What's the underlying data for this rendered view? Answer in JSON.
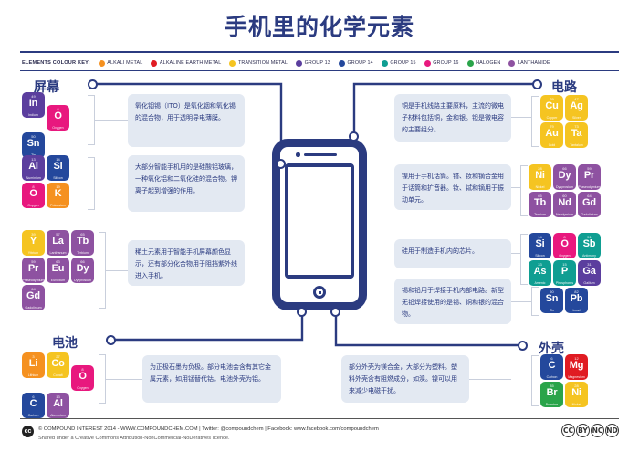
{
  "title": "手机里的化学元素",
  "colour_key": {
    "label": "ELEMENTS COLOUR KEY:",
    "items": [
      {
        "name": "ALKALI METAL",
        "color": "#f59120"
      },
      {
        "name": "ALKALINE EARTH METAL",
        "color": "#e01b22"
      },
      {
        "name": "TRANSITION METAL",
        "color": "#f5c421"
      },
      {
        "name": "GROUP 13",
        "color": "#5b3e9e"
      },
      {
        "name": "GROUP 14",
        "color": "#24489c"
      },
      {
        "name": "GROUP 15",
        "color": "#0f9e92"
      },
      {
        "name": "GROUP 16",
        "color": "#e8187e"
      },
      {
        "name": "HALOGEN",
        "color": "#2aa44a"
      },
      {
        "name": "LANTHANIDE",
        "color": "#8e52a1"
      }
    ]
  },
  "sections": {
    "screen": {
      "heading": "屏幕",
      "blocks": [
        {
          "text": "氧化铟锡（ITO）是氧化铟和氧化锡的混合物，用于透明导电薄膜。",
          "tiles": [
            [
              {
                "num": "49",
                "sym": "In",
                "name": "Indium",
                "color": "#5b3e9e"
              },
              {
                "num": "8",
                "sym": "O",
                "name": "Oxygen",
                "color": "#e8187e"
              }
            ],
            [
              {
                "num": "50",
                "sym": "Sn",
                "name": "Tin",
                "color": "#24489c"
              }
            ]
          ]
        },
        {
          "text": "大部分智能手机用的是硅酸铝玻璃，一种氧化铝和二氧化硅的混合物。钾离子起到增强的作用。",
          "tiles": [
            [
              {
                "num": "13",
                "sym": "Al",
                "name": "Aluminium",
                "color": "#5b3e9e"
              },
              {
                "num": "14",
                "sym": "Si",
                "name": "Silicon",
                "color": "#24489c"
              }
            ],
            [
              {
                "num": "8",
                "sym": "O",
                "name": "Oxygen",
                "color": "#e8187e"
              },
              {
                "num": "19",
                "sym": "K",
                "name": "Potassium",
                "color": "#f59120"
              }
            ]
          ]
        },
        {
          "text": "稀土元素用于智能手机屏幕颜色显示，还有部分化合物用于阻挡紫外线进入手机。",
          "tiles": [
            [
              {
                "num": "39",
                "sym": "Y",
                "name": "Yttrium",
                "color": "#f5c421"
              },
              {
                "num": "57",
                "sym": "La",
                "name": "Lanthanum",
                "color": "#8e52a1"
              },
              {
                "num": "65",
                "sym": "Tb",
                "name": "Terbium",
                "color": "#8e52a1"
              }
            ],
            [
              {
                "num": "59",
                "sym": "Pr",
                "name": "Praseodymium",
                "color": "#8e52a1"
              },
              {
                "num": "63",
                "sym": "Eu",
                "name": "Europium",
                "color": "#8e52a1"
              },
              {
                "num": "66",
                "sym": "Dy",
                "name": "Dysprosium",
                "color": "#8e52a1"
              }
            ],
            [
              {
                "num": "64",
                "sym": "Gd",
                "name": "Gadolinium",
                "color": "#8e52a1"
              }
            ]
          ]
        }
      ]
    },
    "circuitry": {
      "heading": "电路",
      "blocks": [
        {
          "text": "铜是手机线路主要原料，主流的微电子材料包括铜，金和银。钽是微电容的主要组分。",
          "tiles": [
            [
              {
                "num": "29",
                "sym": "Cu",
                "name": "Copper",
                "color": "#f5c421"
              },
              {
                "num": "47",
                "sym": "Ag",
                "name": "Silver",
                "color": "#f5c421"
              }
            ],
            [
              {
                "num": "79",
                "sym": "Au",
                "name": "Gold",
                "color": "#f5c421"
              },
              {
                "num": "73",
                "sym": "Ta",
                "name": "Tantalum",
                "color": "#f5c421"
              }
            ]
          ]
        },
        {
          "text": "镍用于手机话筒。镨、钕和镝合金用于话筒和扩音器。钕、铽和镝用于振动单元。",
          "tiles": [
            [
              {
                "num": "28",
                "sym": "Ni",
                "name": "Nickel",
                "color": "#f5c421"
              },
              {
                "num": "66",
                "sym": "Dy",
                "name": "Dysprosium",
                "color": "#8e52a1"
              },
              {
                "num": "59",
                "sym": "Pr",
                "name": "Praseodymium",
                "color": "#8e52a1"
              }
            ],
            [
              {
                "num": "65",
                "sym": "Tb",
                "name": "Terbium",
                "color": "#8e52a1"
              },
              {
                "num": "60",
                "sym": "Nd",
                "name": "Neodymium",
                "color": "#8e52a1"
              },
              {
                "num": "64",
                "sym": "Gd",
                "name": "Gadolinium",
                "color": "#8e52a1"
              }
            ]
          ]
        },
        {
          "text": "硅用于制造手机内的芯片。",
          "tiles": [
            [
              {
                "num": "14",
                "sym": "Si",
                "name": "Silicon",
                "color": "#24489c"
              },
              {
                "num": "8",
                "sym": "O",
                "name": "Oxygen",
                "color": "#e8187e"
              },
              {
                "num": "51",
                "sym": "Sb",
                "name": "Antimony",
                "color": "#0f9e92"
              }
            ],
            [
              {
                "num": "33",
                "sym": "As",
                "name": "Arsenic",
                "color": "#0f9e92"
              },
              {
                "num": "15",
                "sym": "P",
                "name": "Phosphorus",
                "color": "#0f9e92"
              },
              {
                "num": "31",
                "sym": "Ga",
                "name": "Gallium",
                "color": "#5b3e9e"
              }
            ]
          ]
        },
        {
          "text": "锡和铅用于焊接手机内部电路。新型无铅焊接使用的是锡、铜和银的混合物。",
          "tiles": [
            [
              {
                "num": "50",
                "sym": "Sn",
                "name": "Tin",
                "color": "#24489c"
              },
              {
                "num": "82",
                "sym": "Pb",
                "name": "Lead",
                "color": "#24489c"
              }
            ]
          ]
        }
      ]
    },
    "battery": {
      "heading": "电池",
      "blocks": [
        {
          "text": "为正极石墨为负极。部分电池会含有其它金属元素，如用锰替代钴。电池外壳为铝。",
          "tiles": [
            [
              {
                "num": "3",
                "sym": "Li",
                "name": "Lithium",
                "color": "#f59120"
              },
              {
                "num": "27",
                "sym": "Co",
                "name": "Cobalt",
                "color": "#f5c421"
              },
              {
                "num": "8",
                "sym": "O",
                "name": "Oxygen",
                "color": "#e8187e"
              }
            ],
            [
              {
                "num": "6",
                "sym": "C",
                "name": "Carbon",
                "color": "#24489c"
              },
              {
                "num": "13",
                "sym": "Al",
                "name": "Aluminium",
                "color": "#8e52a1"
              }
            ]
          ]
        }
      ]
    },
    "casing": {
      "heading": "外壳",
      "blocks": [
        {
          "text": "部分外壳为镁合金，大部分为塑料。塑料外壳含有阻燃成分，如溴。镍可以用来减少电磁干扰。",
          "tiles": [
            [
              {
                "num": "6",
                "sym": "C",
                "name": "Carbon",
                "color": "#24489c"
              },
              {
                "num": "12",
                "sym": "Mg",
                "name": "Magnesium",
                "color": "#e01b22"
              }
            ],
            [
              {
                "num": "35",
                "sym": "Br",
                "name": "Bromine",
                "color": "#2aa44a"
              },
              {
                "num": "28",
                "sym": "Ni",
                "name": "Nickel",
                "color": "#f5c421"
              }
            ]
          ]
        }
      ]
    }
  },
  "footer": {
    "badge": "cc",
    "line1": "© COMPOUND INTEREST 2014 - WWW.COMPOUNDCHEM.COM  |  Twitter: @compoundchem  |  Facebook: www.facebook.com/compoundchem",
    "line2": "Shared under a Creative Commons Attribution-NonCommercial-NoDeratives licence.",
    "cc_icons": [
      "CC",
      "BY",
      "NC",
      "ND"
    ]
  }
}
